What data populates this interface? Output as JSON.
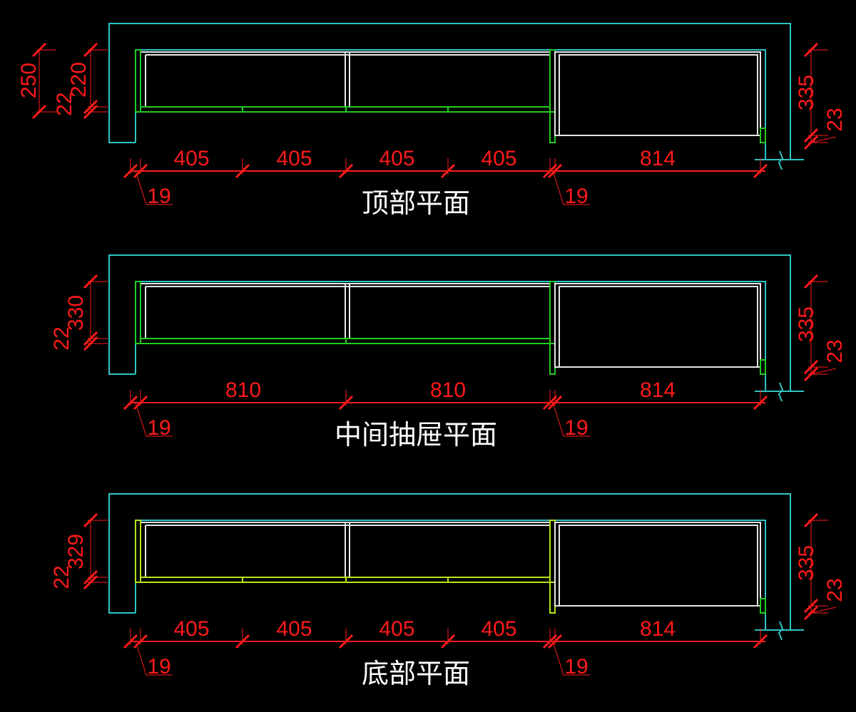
{
  "colors": {
    "background": "#000000",
    "wall": "#2ec4c4",
    "panel": "#22cc22",
    "panel_bottom": "#b5e61d",
    "box": "#e6e6e6",
    "dimension": "#ff1a1a",
    "title": "#ffffff"
  },
  "sections": [
    {
      "title": "顶部平面",
      "panel_style": "green",
      "divisions": [
        405,
        405,
        405,
        405
      ],
      "drawer_width": 814,
      "side_thickness": [
        19,
        19
      ],
      "left_dims": [
        {
          "label": "250",
          "column": "outer"
        },
        {
          "label": "220",
          "column": "inner"
        },
        {
          "label": "22",
          "column": "inner-bottom"
        }
      ],
      "right_dims": {
        "height": "335",
        "bottom": "23"
      }
    },
    {
      "title": "中间抽屉平面",
      "panel_style": "green",
      "divisions": [
        810,
        810
      ],
      "drawer_width": 814,
      "side_thickness": [
        19,
        19
      ],
      "left_dims": [
        {
          "label": "330",
          "column": "inner"
        },
        {
          "label": "22",
          "column": "inner-bottom"
        }
      ],
      "right_dims": {
        "height": "335",
        "bottom": "23"
      }
    },
    {
      "title": "底部平面",
      "panel_style": "yellow",
      "divisions": [
        405,
        405,
        405,
        405
      ],
      "drawer_width": 814,
      "side_thickness": [
        19,
        19
      ],
      "left_dims": [
        {
          "label": "329",
          "column": "inner"
        },
        {
          "label": "22",
          "column": "inner-bottom"
        }
      ],
      "right_dims": {
        "height": "335",
        "bottom": "23"
      }
    }
  ]
}
